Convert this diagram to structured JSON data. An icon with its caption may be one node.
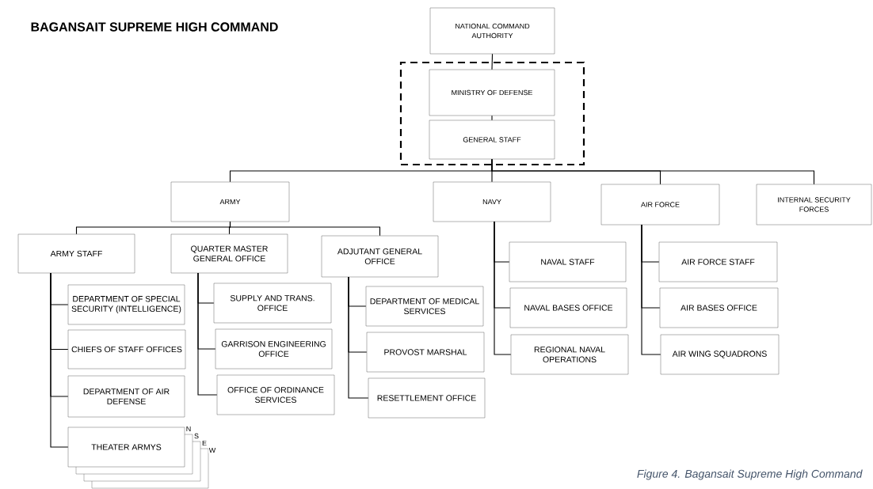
{
  "diagram": {
    "title": "BAGANSAIT SUPREME HIGH COMMAND",
    "caption": "Figure 4. Bagansait Supreme High Command",
    "nodes": [
      {
        "text": [
          "NATIONAL COMMAND AUTHORITY"
        ]
      },
      {
        "text": [],
        "shape": "box"
      },
      {
        "text": [
          "MINISTRY OF DEFENSE"
        ],
        "in": 1
      },
      {
        "text": [
          "GENERAL STAFF"
        ],
        "in": 1
      },
      {
        "text": [
          "ARMY"
        ]
      },
      {
        "text": [
          "NAVY"
        ]
      },
      {
        "text": [
          "AIR FORCE"
        ]
      },
      {
        "text": [
          "INTERNAL SECURITY FORCES"
        ]
      },
      {
        "text": [
          "ARMY STAFF"
        ]
      },
      {
        "text": [
          "QUARTER MASTER GENERAL OFFICE"
        ]
      },
      {
        "text": [
          "ADJUTANT GENERAL OFFICE"
        ]
      },
      {
        "text": [
          "DEPARTMENT OF SPECIAL SECURITY (INTELLIGENCE)"
        ]
      },
      {
        "text": [
          "CHIEFS OF STAFF OFFICES"
        ]
      },
      {
        "text": [
          "DEPARTMENT OF AIR DEFENSE"
        ]
      },
      {
        "text": [
          "THEATER ARMYS"
        ]
      },
      {
        "text": [
          "SUPPLY AND TRANS. OFFICE"
        ]
      },
      {
        "text": [
          "GARRISON ENGINEERING OFFICE"
        ]
      },
      {
        "text": [
          "OFFICE OF ORDINANCE SERVICES"
        ]
      },
      {
        "text": [
          "DEPARTMENT OF MEDICAL SERVICES"
        ]
      },
      {
        "text": [
          "PROVOST MARSHAL"
        ]
      },
      {
        "text": [
          "RESETTLEMENT OFFICE"
        ]
      },
      {
        "text": [
          "NAVAL STAFF"
        ]
      },
      {
        "text": [
          "NAVAL BASES OFFICE"
        ]
      },
      {
        "text": [
          "REGIONAL NAVAL OPERATIONS"
        ]
      },
      {
        "text": [
          "AIR FORCE STAFF"
        ]
      },
      {
        "text": [
          "AIR BASES OFFICE"
        ]
      },
      {
        "text": [
          "AIR WING SQUADRONS"
        ]
      }
    ],
    "edges": [
      {
        "from": 0,
        "to": 2,
        "arrow": "none"
      },
      {
        "from": 2,
        "to": 3,
        "arrow": "none"
      },
      {
        "from": 3,
        "to": 4,
        "arrow": "none"
      },
      {
        "from": 3,
        "to": 5,
        "arrow": "none"
      },
      {
        "from": 3,
        "to": 6,
        "arrow": "none"
      },
      {
        "from": 3,
        "to": 7,
        "arrow": "none"
      },
      {
        "from": 4,
        "to": 8,
        "arrow": "none"
      },
      {
        "from": 4,
        "to": 9,
        "arrow": "none"
      },
      {
        "from": 4,
        "to": 10,
        "arrow": "none"
      },
      {
        "from": 8,
        "to": 11,
        "arrow": "none"
      },
      {
        "from": 8,
        "to": 12,
        "arrow": "none"
      },
      {
        "from": 8,
        "to": 13,
        "arrow": "none"
      },
      {
        "from": 8,
        "to": 14,
        "arrow": "none"
      },
      {
        "from": 9,
        "to": 15,
        "arrow": "none"
      },
      {
        "from": 9,
        "to": 16,
        "arrow": "none"
      },
      {
        "from": 9,
        "to": 17,
        "arrow": "none"
      },
      {
        "from": 10,
        "to": 18,
        "arrow": "none"
      },
      {
        "from": 10,
        "to": 19,
        "arrow": "none"
      },
      {
        "from": 10,
        "to": 20,
        "arrow": "none"
      },
      {
        "from": 5,
        "to": 21,
        "arrow": "none"
      },
      {
        "from": 5,
        "to": 22,
        "arrow": "none"
      },
      {
        "from": 5,
        "to": 23,
        "arrow": "none"
      },
      {
        "from": 6,
        "to": 24,
        "arrow": "none"
      },
      {
        "from": 6,
        "to": 25,
        "arrow": "none"
      },
      {
        "from": 6,
        "to": 26,
        "arrow": "none"
      }
    ],
    "labels": [
      "N",
      "S",
      "E",
      "W"
    ]
  }
}
